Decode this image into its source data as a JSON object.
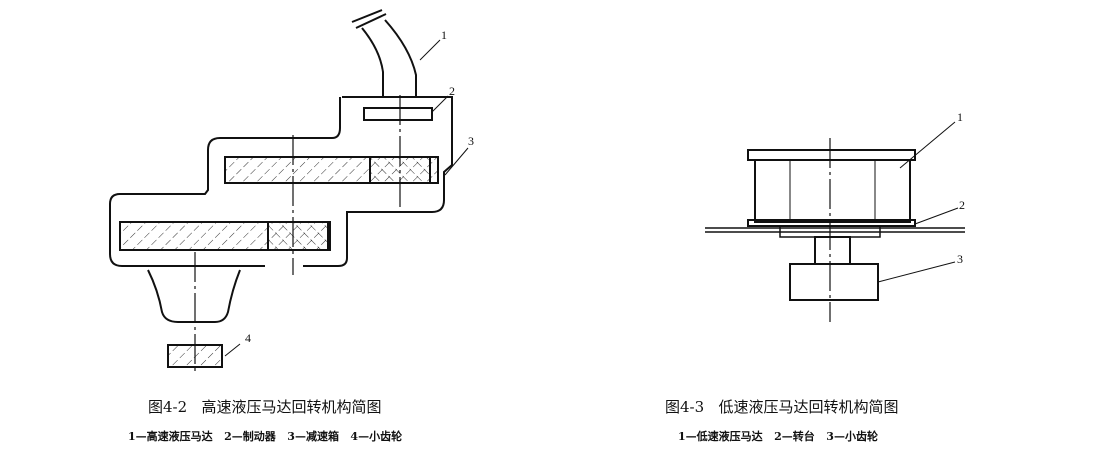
{
  "figure_left": {
    "caption": "图4-2   高速液压马达回转机构简图",
    "legend": "1—高速液压马达   2—制动器   3—减速箱   4—小齿轮",
    "labels": [
      "1",
      "2",
      "3",
      "4"
    ]
  },
  "figure_right": {
    "caption": "图4-3   低速液压马达回转机构简图",
    "legend": "1—低速液压马达   2—转台   3—小齿轮",
    "labels": [
      "1",
      "2",
      "3"
    ]
  }
}
